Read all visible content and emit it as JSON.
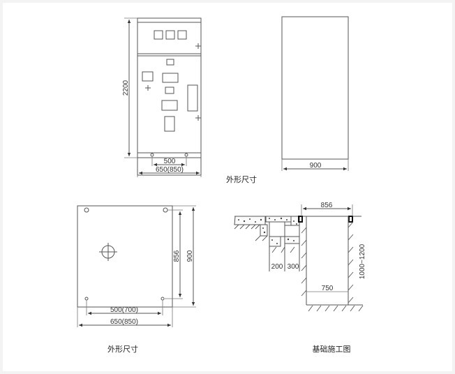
{
  "front_view": {
    "height_dim": "2200",
    "foot_dim": "500",
    "width_dim": "650(850)"
  },
  "side_view": {
    "depth_dim": "900"
  },
  "top_caption": "外形尺寸",
  "plan_view": {
    "hole_depth_dim": "856",
    "depth_dim": "900",
    "hole_width_dim": "500(700)",
    "width_dim": "650(850)",
    "caption": "外形尺寸"
  },
  "foundation": {
    "width_dim": "856",
    "depth_dim": "1000~1200",
    "step1_dim": "200",
    "step2_dim": "300",
    "bottom_dim": "750",
    "caption": "基础施工图"
  }
}
